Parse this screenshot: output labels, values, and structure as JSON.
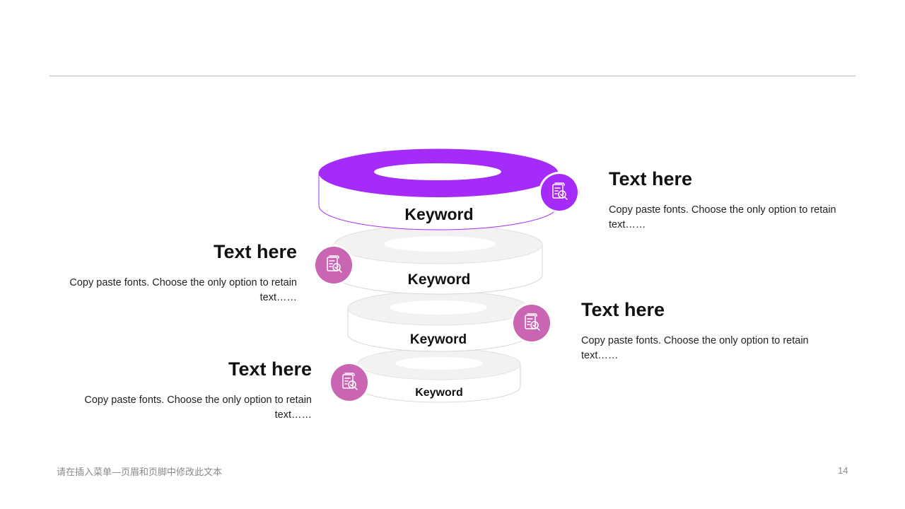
{
  "colors": {
    "accent_purple": "#a52cf8",
    "badge_pink": "#c965b2",
    "ring_gray": "#f2f2f2",
    "rule": "#b7b7b7"
  },
  "rings": [
    {
      "label": "Keyword",
      "highlight": true
    },
    {
      "label": "Keyword",
      "highlight": false
    },
    {
      "label": "Keyword",
      "highlight": false
    },
    {
      "label": "Keyword",
      "highlight": false
    }
  ],
  "callouts": [
    {
      "title": "Text here",
      "body": "Copy paste fonts. Choose the only option to retain text……",
      "icon": "document-search-icon"
    },
    {
      "title": "Text here",
      "body": "Copy paste fonts. Choose the only option to retain text……",
      "icon": "document-search-icon"
    },
    {
      "title": "Text here",
      "body": "Copy paste fonts. Choose the only option to retain text……",
      "icon": "document-search-icon"
    },
    {
      "title": "Text here",
      "body": "Copy paste fonts. Choose the only option to retain text……",
      "icon": "document-search-icon"
    }
  ],
  "footer": {
    "note": "请在插入菜单—页眉和页脚中修改此文本",
    "page_number": "14"
  }
}
